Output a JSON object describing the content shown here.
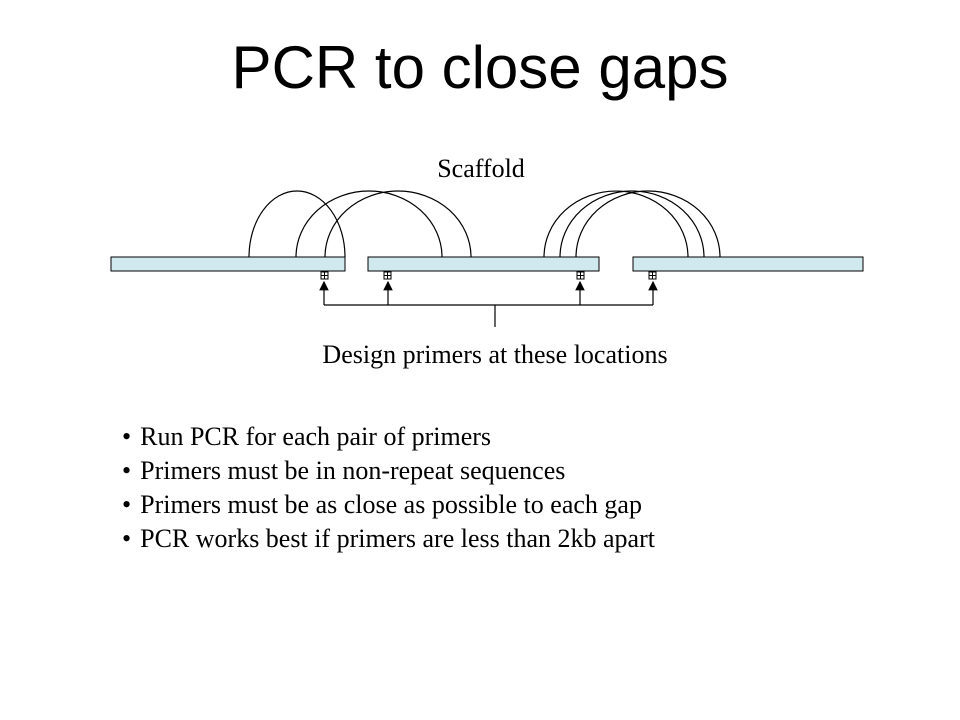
{
  "slide": {
    "title": "PCR to close gaps"
  },
  "diagram": {
    "scaffold_label": "Scaffold",
    "primer_label": "Design primers at these locations",
    "contig_fill": "#cfe9ee",
    "contig_count": 3,
    "mate_pair_arcs": 6,
    "primer_sites": 4
  },
  "bullets": [
    "Run PCR for each pair of primers",
    "Primers must be in non-repeat sequences",
    "Primers must be as close as possible to each gap",
    "PCR works best if primers are less than 2kb apart"
  ]
}
